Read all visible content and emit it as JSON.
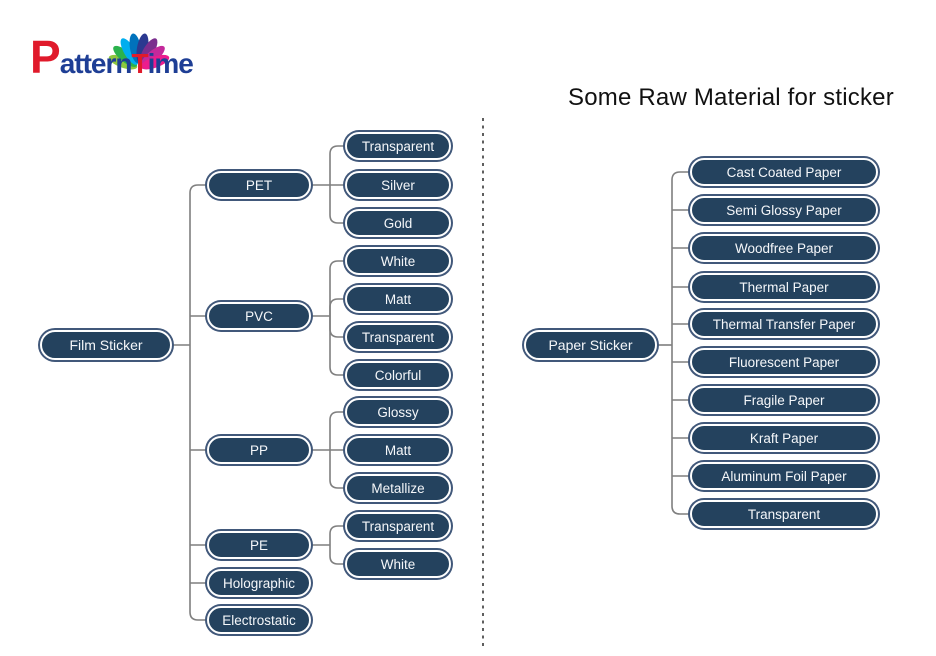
{
  "logo": {
    "p": "P",
    "attern": "attern",
    "t": "T",
    "ime": "ime",
    "petal_colors": [
      "#8DC63F",
      "#2BB24C",
      "#00AEEF",
      "#0072BC",
      "#2B3990",
      "#7B2E8E",
      "#C4299B",
      "#EC1C8D"
    ],
    "red": "#E01A2B",
    "blue": "#1E3E95"
  },
  "title": "Some Raw Material for sticker",
  "film_tree": {
    "root": "Film Sticker",
    "branches": [
      {
        "label": "PET",
        "children": [
          "Transparent",
          "Silver",
          "Gold"
        ]
      },
      {
        "label": "PVC",
        "children": [
          "White",
          "Matt",
          "Transparent",
          "Colorful"
        ]
      },
      {
        "label": "PP",
        "children": [
          "Glossy",
          "Matt",
          "Metallize"
        ]
      },
      {
        "label": "PE",
        "children": [
          "Transparent",
          "White"
        ]
      },
      {
        "label": "Holographic",
        "children": []
      },
      {
        "label": "Electrostatic",
        "children": []
      }
    ]
  },
  "paper_tree": {
    "root": "Paper Sticker",
    "children": [
      "Cast Coated Paper",
      "Semi Glossy Paper",
      "Woodfree Paper",
      "Thermal Paper",
      "Thermal Transfer Paper",
      "Fluorescent Paper",
      "Fragile Paper",
      "Kraft Paper",
      "Aluminum Foil Paper",
      "Transparent"
    ]
  },
  "colors": {
    "node_fill": "#24425E",
    "node_ring": "#41587A",
    "connector": "#7F7F7F",
    "divider": "#4D4D4D"
  }
}
